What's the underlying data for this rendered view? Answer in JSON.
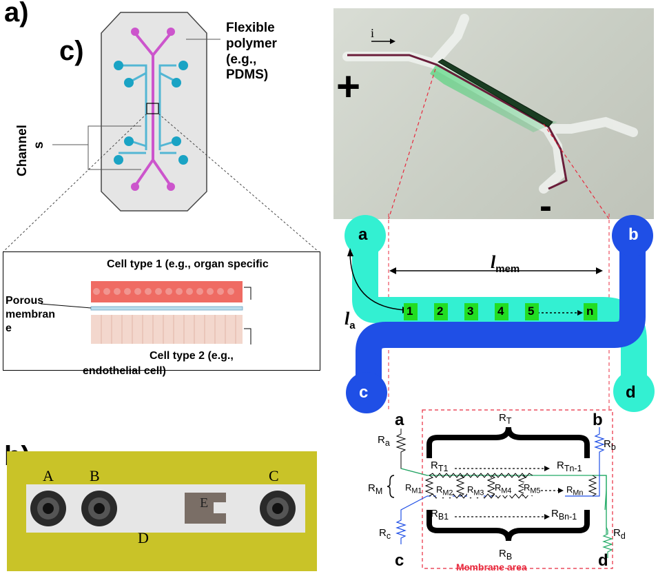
{
  "panels": {
    "a": "a)",
    "b": "b)",
    "c": "c)"
  },
  "chip_schematic": {
    "flexible_polymer": [
      "Flexible",
      "polymer",
      "(e.g.,",
      "PDMS)"
    ],
    "channels": [
      "Channel",
      "s"
    ]
  },
  "cell_detail": {
    "cell_type_1": "Cell type 1 (e.g., organ specific",
    "porous_membrane": [
      "Porous",
      "membran",
      "e"
    ],
    "cell_type_2_line1": "Cell type 2 (e.g.,",
    "cell_type_2_line2": "endothelial cell)"
  },
  "photo": {
    "current_label": "i",
    "plus": "+",
    "minus": "-"
  },
  "board": {
    "ports": [
      "A",
      "B",
      "C"
    ],
    "board_label": "D",
    "pad_label": "E"
  },
  "channel_diagram": {
    "port_a": "a",
    "port_b": "b",
    "port_c": "c",
    "port_d": "d",
    "l_mem": "l",
    "l_mem_sub": "mem",
    "l_a": "l",
    "l_a_sub": "a",
    "electrodes": [
      "1",
      "2",
      "3",
      "4",
      "5",
      "n"
    ]
  },
  "circuit": {
    "node_a": "a",
    "node_b": "b",
    "node_c": "c",
    "node_d": "d",
    "R": "R",
    "Ra_sub": "a",
    "Rb_sub": "b",
    "Rc_sub": "c",
    "Rd_sub": "d",
    "RT_sub": "T",
    "RB_sub": "B",
    "RM_sub": "M",
    "RT1_sub": "T1",
    "RTn1_sub": "Tn-1",
    "RB1_sub": "B1",
    "RBn1_sub": "Bn-1",
    "RM_subs": [
      "M1",
      "M2",
      "M3",
      "M4",
      "M5",
      "Mn"
    ],
    "membrane_area": "Membrane area"
  },
  "colors": {
    "cyan_channel": "#33f0d2",
    "blue_channel": "#1f4fe6",
    "electrode": "#22dd22",
    "magenta": "#cc55cc",
    "teal_port": "#1aa3c4",
    "red_dash": "#e8283c",
    "board_yellow": "#c9c328"
  }
}
